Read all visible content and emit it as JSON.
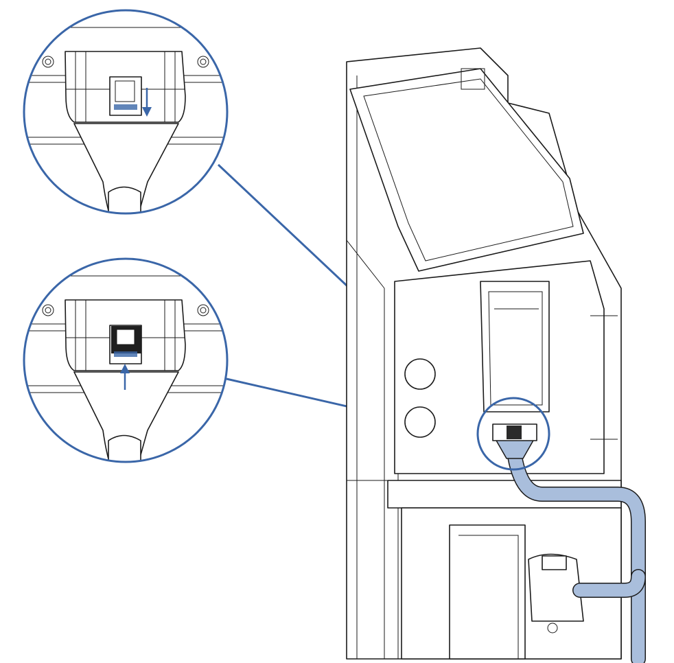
{
  "diagram": {
    "colors": {
      "callout": "#3a66a8",
      "cable": "#a9bedc",
      "line": "#1a1a1a",
      "background": "#ffffff"
    },
    "callouts": [
      {
        "view": "connector-detail-unlocked",
        "arrow": "down"
      },
      {
        "view": "connector-detail-locked",
        "arrow": "up"
      }
    ]
  }
}
